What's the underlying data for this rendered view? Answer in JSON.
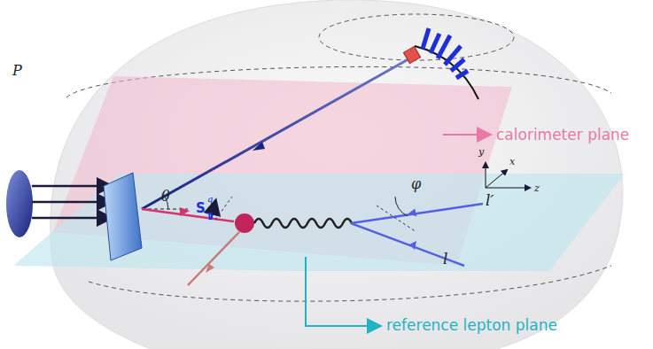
{
  "diagram": {
    "labels": [
      "P",
      "θ",
      "S",
      "T",
      "q",
      "φ",
      "l′",
      "l",
      "y",
      "x",
      "z",
      "calorimeter plane",
      "reference lepton plane"
    ]
  }
}
